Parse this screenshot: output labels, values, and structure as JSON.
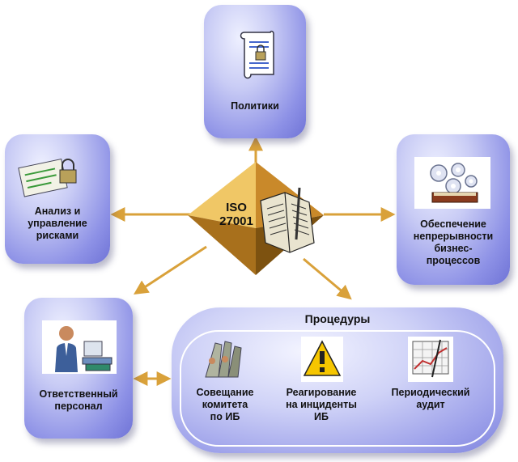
{
  "center": {
    "line1": "ISO",
    "line2": "27001"
  },
  "nodes": {
    "policies": "Политики",
    "risk": "Анализ и\nуправление\nрисками",
    "continuity": "Обеспечение\nнепрерывности\nбизнес-\nпроцессов",
    "personnel": "Ответственный\nперсонал"
  },
  "procedures": {
    "title": "Процедуры",
    "items": [
      {
        "label": "Совещание\nкомитета\nпо ИБ"
      },
      {
        "label": "Реагирование\nна инциденты\nИБ"
      },
      {
        "label": "Периодический\nаудит"
      }
    ]
  },
  "colors": {
    "arrow": "#d9a13a",
    "card": "#8d91e6",
    "pyramid": "#c9892a"
  }
}
